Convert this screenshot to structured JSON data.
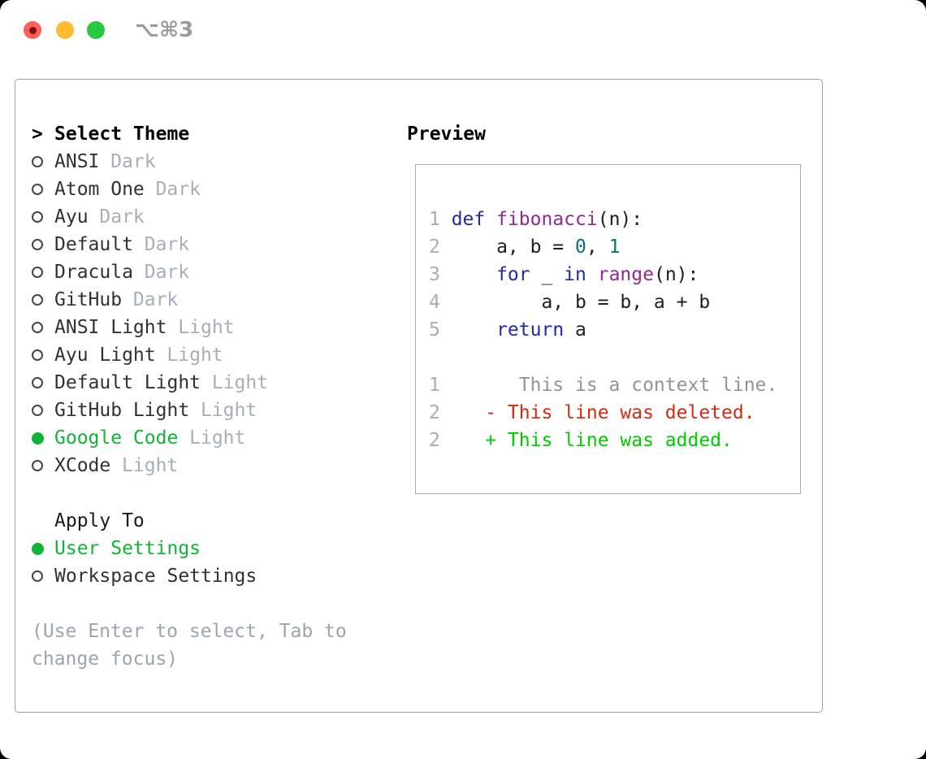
{
  "titlebar": {
    "shortcut": "⌥⌘3"
  },
  "sidebar": {
    "prompt": ">",
    "title": "Select Theme",
    "themes": [
      {
        "name": "ANSI",
        "variant": "Dark",
        "selected": false
      },
      {
        "name": "Atom One",
        "variant": "Dark",
        "selected": false
      },
      {
        "name": "Ayu",
        "variant": "Dark",
        "selected": false
      },
      {
        "name": "Default",
        "variant": "Dark",
        "selected": false
      },
      {
        "name": "Dracula",
        "variant": "Dark",
        "selected": false
      },
      {
        "name": "GitHub",
        "variant": "Dark",
        "selected": false
      },
      {
        "name": "ANSI Light",
        "variant": "Light",
        "selected": false
      },
      {
        "name": "Ayu Light",
        "variant": "Light",
        "selected": false
      },
      {
        "name": "Default Light",
        "variant": "Light",
        "selected": false
      },
      {
        "name": "GitHub Light",
        "variant": "Light",
        "selected": false
      },
      {
        "name": "Google Code",
        "variant": "Light",
        "selected": true
      },
      {
        "name": "XCode",
        "variant": "Light",
        "selected": false
      }
    ],
    "apply_to": {
      "title": "Apply To",
      "options": [
        {
          "name": "User Settings",
          "selected": true
        },
        {
          "name": "Workspace Settings",
          "selected": false
        }
      ]
    },
    "help": [
      "(Use Enter to select, Tab to",
      "change focus)"
    ]
  },
  "preview": {
    "title": "Preview",
    "code_lines": [
      {
        "num": "1",
        "tokens": [
          {
            "t": "def",
            "s": "kw"
          },
          {
            "t": " ",
            "s": "pl"
          },
          {
            "t": "fibonacci",
            "s": "fn"
          },
          {
            "t": "(n):",
            "s": "pl"
          }
        ]
      },
      {
        "num": "2",
        "tokens": [
          {
            "t": "    a, b = ",
            "s": "pl"
          },
          {
            "t": "0",
            "s": "num"
          },
          {
            "t": ", ",
            "s": "pl"
          },
          {
            "t": "1",
            "s": "num"
          }
        ]
      },
      {
        "num": "3",
        "tokens": [
          {
            "t": "    ",
            "s": "pl"
          },
          {
            "t": "for",
            "s": "kw"
          },
          {
            "t": " _ ",
            "s": "pl"
          },
          {
            "t": "in",
            "s": "kw"
          },
          {
            "t": " ",
            "s": "pl"
          },
          {
            "t": "range",
            "s": "fn"
          },
          {
            "t": "(n):",
            "s": "pl"
          }
        ]
      },
      {
        "num": "4",
        "tokens": [
          {
            "t": "        a, b = b, a + b",
            "s": "pl"
          }
        ]
      },
      {
        "num": "5",
        "tokens": [
          {
            "t": "    ",
            "s": "pl"
          },
          {
            "t": "return",
            "s": "kw"
          },
          {
            "t": " a",
            "s": "pl"
          }
        ]
      },
      {
        "num": "",
        "tokens": []
      },
      {
        "num": "1",
        "tokens": [
          {
            "t": "      This is a context line.",
            "s": "ctx"
          }
        ]
      },
      {
        "num": "2",
        "tokens": [
          {
            "t": "   - This line was deleted.",
            "s": "del"
          }
        ]
      },
      {
        "num": "2",
        "tokens": [
          {
            "t": "   + This line was added.",
            "s": "add"
          }
        ]
      }
    ]
  },
  "colors": {
    "accent_green": "#10b335",
    "add": "#00cc00",
    "del": "#d42a12",
    "kw": "#232a9e",
    "fn": "#8e2a92",
    "lit": "#0e6f6f",
    "tl_red": "#ff5f57",
    "tl_yellow": "#febc2e",
    "tl_green": "#28c840"
  }
}
